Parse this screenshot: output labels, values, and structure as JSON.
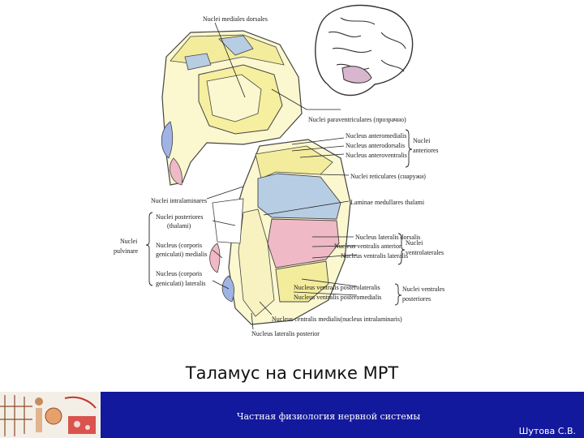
{
  "caption": "Таламус на снимке МРТ",
  "footer": {
    "title": "Частная физиология нервной системы",
    "author": "Шутова С.В."
  },
  "diagram": {
    "labels": {
      "mediales_dorsales": "Nuclei mediales dorsales",
      "paraventriculares": "Nuclei paraventriculares (прозрачно)",
      "anteromedialis": "Nucleus anteromedialis",
      "anterodorsalis": "Nucleus anterodorsalis",
      "anteroventralis": "Nucleus anteroventralis",
      "anteriores_1": "Nuclei",
      "anteriores_2": "anteriores",
      "reticulares": "Nuclei reticulares (снаружи)",
      "intralaminares": "Nuclei intralaminares",
      "lamina": "Laminae medullares thalami",
      "posteriores_1": "Nuclei posteriores",
      "posteriores_2": "(thalami)",
      "pulvinare_1": "Nuclei",
      "pulvinare_2": "pulvinare",
      "corporis_med_1": "Nucleus (corporis",
      "corporis_med_2": "geniculati) medialis",
      "corporis_lat_1": "Nucleus (corporis",
      "corporis_lat_2": "geniculati) lateralis",
      "lateralis_dorsalis": "Nucleus lateralis dorsalis",
      "ventralis_anterior": "Nucleus ventralis anterior",
      "ventralis_lateralis": "Nucleus ventralis lateralis",
      "ventrolaterales_1": "Nuclei",
      "ventrolaterales_2": "ventrolaterales",
      "vent_posterolateralis": "Nucleus ventralis posterolateralis",
      "vent_posteromedialis": "Nucleus ventralis posteromedialis",
      "ventrales_post_1": "Nuclei ventrales",
      "ventrales_post_2": "posteriores",
      "centralis_medialis": "Nucleus centralis medialis(nucleus intralaminaris)",
      "lateralis_posterior": "Nucleus lateralis posterior"
    }
  },
  "colors": {
    "yellow": "#f3ec9c",
    "blue": "#b7cde4",
    "pink": "#efb9c6",
    "footer_bg": "#13199c"
  }
}
